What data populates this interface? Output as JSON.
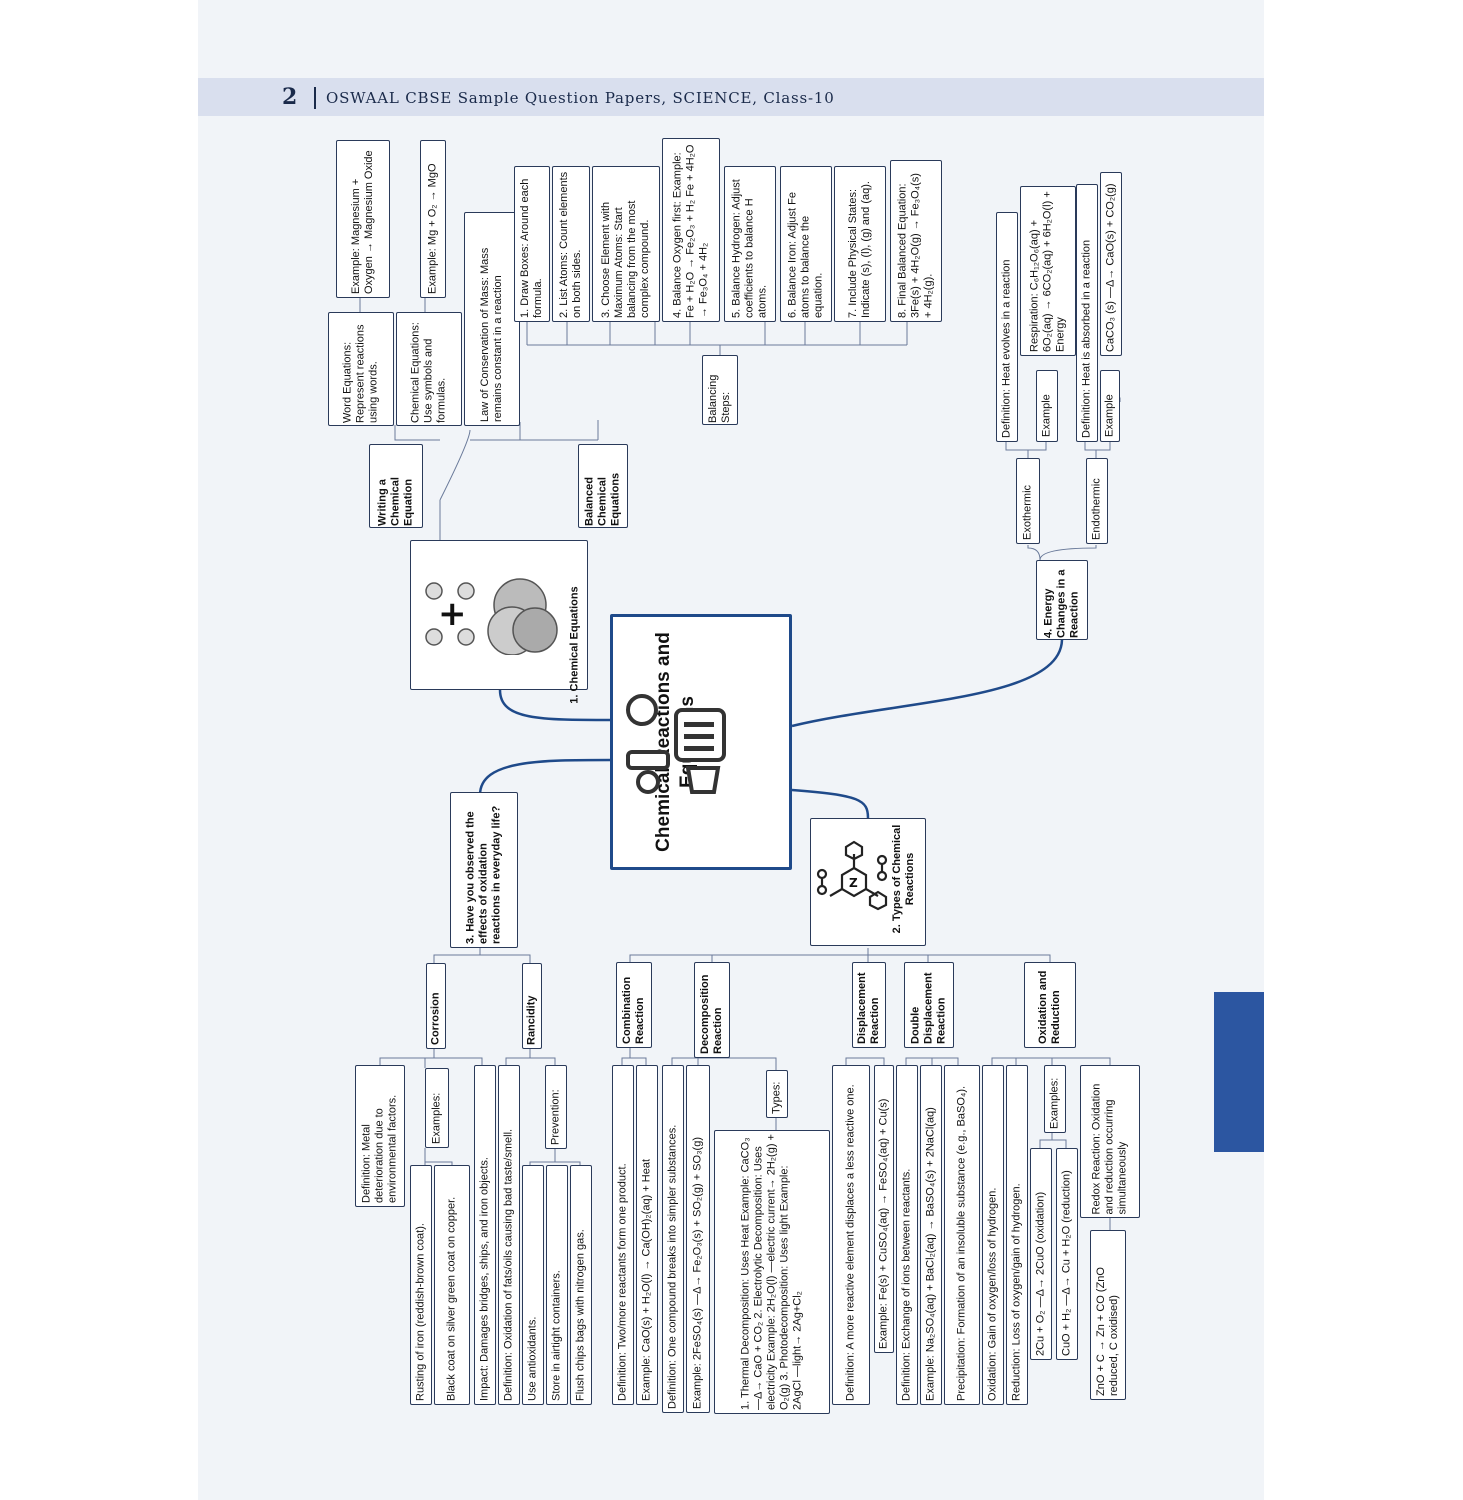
{
  "header": {
    "page_number": "2",
    "book_title": "OSWAAL CBSE Sample Question Papers, SCIENCE, Class-10"
  },
  "hub": {
    "title": "Chemical Reactions and Equations",
    "icon": "chemistry-lab-icon"
  },
  "branch1": {
    "title": "1. Chemical Equations",
    "icon": "molecule-icon",
    "writing": {
      "title": "Writing a Chemical Equation",
      "word_equations": "Word Equations: Represent reactions using words.",
      "word_example": "Example: Magnesium + Oxygen → Magnesium Oxide",
      "chemical_equations": "Chemical Equations: Use symbols and formulas.",
      "chemical_example": "Example: Mg + O₂ → MgO"
    },
    "balanced": {
      "title": "Balanced Chemical Equations",
      "law": "Law of Conservation of Mass: Mass remains constant in a reaction",
      "steps_label": "Balancing Steps:",
      "steps": [
        "1. Draw Boxes: Around each formula.",
        "2. List Atoms: Count elements on both sides.",
        "3. Choose Element with Maximum Atoms: Start balancing from the most complex compound.",
        "4. Balance Oxygen first: Example: Fe + H₂O → Fe₂O₃ + H₂ Fe + 4H₂O → Fe₃O₄ + 4H₂",
        "5. Balance Hydrogen: Adjust coefficients to balance H atoms.",
        "6. Balance Iron: Adjust Fe atoms to balance the equation.",
        "7. Include Physical States: Indicate (s), (l), (g) and (aq).",
        "8. Final Balanced Equation: 3Fe(s) + 4H₂O(g) → Fe₃O₄(s) + 4H₂(g)."
      ]
    }
  },
  "branch4": {
    "title": "4. Energy Changes in a Reaction",
    "exothermic": {
      "title": "Exothermic",
      "definition": "Definition: Heat evolves in a reaction",
      "example_label": "Example",
      "example": "Respiration: C₆H₁₂O₆(aq) + 6O₂(aq) → 6CO₂(aq) + 6H₂O(l) + Energy"
    },
    "endothermic": {
      "title": "Endothermic",
      "definition": "Definition: Heat is absorbed in a reaction",
      "example_label": "Example",
      "example": "CaCO₃ (s) —Δ→ CaO(s) + CO₂(g)"
    }
  },
  "branch3": {
    "title": "3. Have you observed the effects of oxidation reactions in everyday life?",
    "corrosion": {
      "title": "Corrosion",
      "definition": "Definition: Metal deterioration due to environmental factors.",
      "examples_label": "Examples:",
      "examples": [
        "Rusting of iron (reddish-brown coat).",
        "Black coat on silver green coat on copper."
      ],
      "impact": "Impact: Damages bridges, ships, and iron objects."
    },
    "rancidity": {
      "title": "Rancidity",
      "definition": "Definition: Oxidation of fats/oils causing bad taste/smell.",
      "prevention_label": "Prevention:",
      "prevention": [
        "Use antioxidants.",
        "Store in airtight containers.",
        "Flush chips bags with nitrogen gas."
      ]
    }
  },
  "branch2": {
    "title": "2. Types of Chemical Reactions",
    "icon": "hexagon-molecule-icon",
    "combination": {
      "title": "Combination Reaction",
      "definition": "Definition: Two/more reactants form one product.",
      "example": "Example: CaO(s) + H₂O(l) → Ca(OH)₂(aq) + Heat"
    },
    "decomposition": {
      "title": "Decomposition Reaction",
      "definition": "Definition: One compound breaks into simpler substances.",
      "example": "Example: 2FeSO₄(s) —Δ→ Fe₂O₃(s) + SO₂(g) + SO₃(g)",
      "types_label": "Types:",
      "types": "1. Thermal Decomposition: Uses Heat Example: CaCO₃ —Δ→ CaO + CO₂ 2. Electrolytic Decomposition: Uses electricity Example: 2H₂O(l) —electric current→ 2H₂(g) + O₂(g) 3. Photodecomposition: Uses light Example: 2AgCl —light→ 2Ag+Cl₂"
    },
    "displacement": {
      "title": "Displacement Reaction",
      "definition": "Definition: A more reactive element displaces a less reactive one.",
      "example": "Example: Fe(s) + CuSO₄(aq) → FeSO₄(aq) + Cu(s)"
    },
    "double_displacement": {
      "title": "Double Displacement Reaction",
      "definition": "Definition: Exchange of ions between reactants.",
      "example": "Example: Na₂SO₄(aq) + BaCl₂(aq) → BaSO₄(s) + 2NaCl(aq)",
      "precipitation": "Precipitation: Formation of an insoluble substance (e.g., BaSO₄)."
    },
    "redox": {
      "title": "Oxidation and Reduction",
      "oxidation": "Oxidation: Gain of oxygen/loss of hydrogen.",
      "reduction": "Reduction: Loss of oxygen/gain of hydrogen.",
      "examples_label": "Examples:",
      "examples": [
        "2Cu + O₂ —Δ→ 2CuO (oxidation)",
        "CuO + H₂ —Δ→ Cu + H₂O (reduction)"
      ],
      "redox_def": "Redox Reaction: Oxidation and reduction occurring simultaneously",
      "redox_example": "ZnO + C → Zn + CO (ZnO reduced, C oxidised)"
    }
  },
  "colors": {
    "accent": "#2c56a1",
    "header_band": "#d9dfee",
    "page": "#f1f4f8",
    "lines": "#1f4a8a"
  }
}
